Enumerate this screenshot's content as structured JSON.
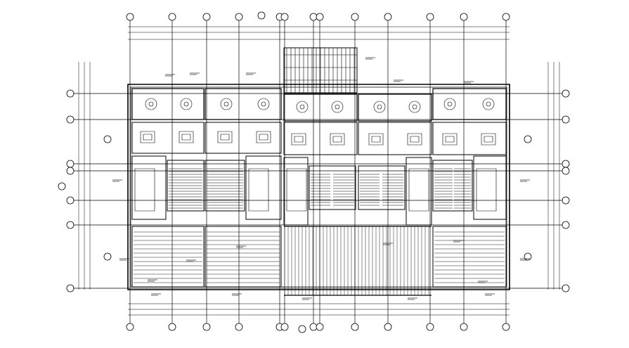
{
  "drawing": {
    "type": "architectural floor plan",
    "line_color": "#000000",
    "background_color": "#ffffff",
    "column_grid_top_count": 13,
    "column_grid_bottom_count": 13,
    "row_grid_left_count": 6,
    "row_grid_right_count": 6,
    "units_left_wing": 2,
    "units_center": 2,
    "units_right_wing": 2
  },
  "legibility_note_text": ""
}
